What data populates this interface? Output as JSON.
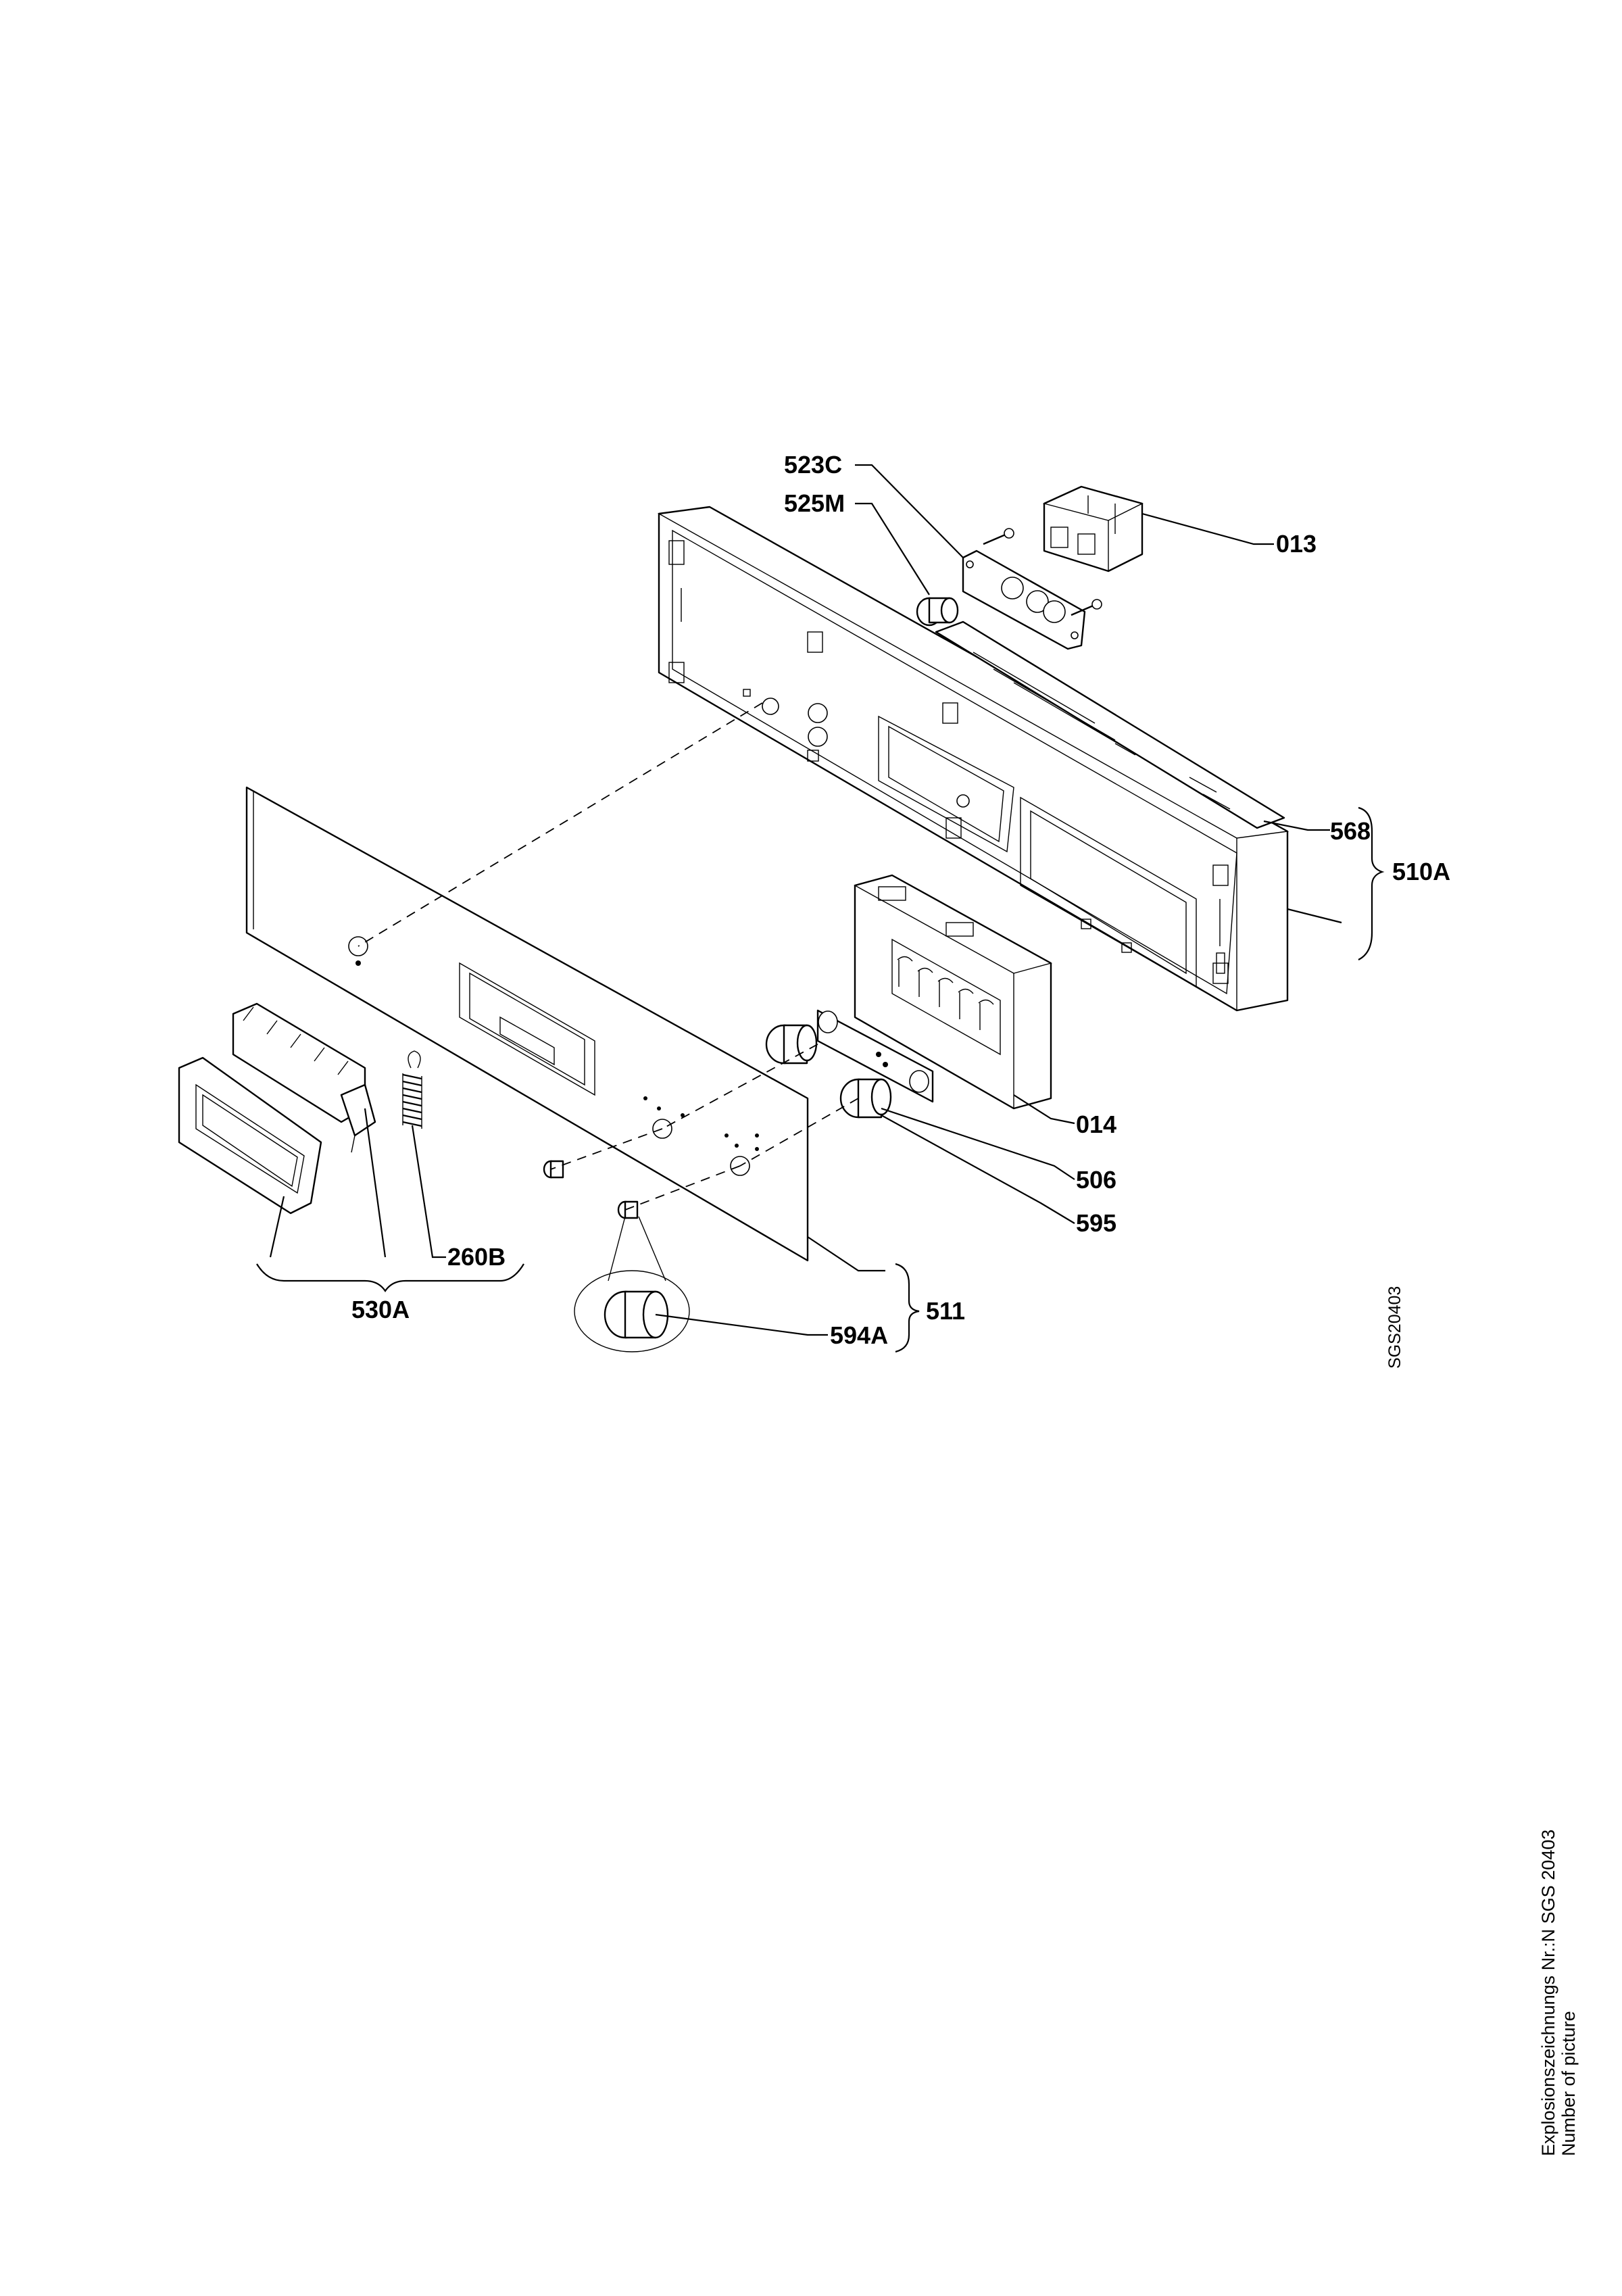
{
  "labels": {
    "l013": "013",
    "l014": "014",
    "l260B": "260B",
    "l506": "506",
    "l510A": "510A",
    "l511": "511",
    "l523C": "523C",
    "l525M": "525M",
    "l530A": "530A",
    "l568": "568",
    "l594A": "594A",
    "l595": "595"
  },
  "drawing_code": "SGS20403",
  "footer": {
    "line1": "Explosionszeichnungs Nr.:N SGS 20403",
    "line2": "Number of picture"
  }
}
